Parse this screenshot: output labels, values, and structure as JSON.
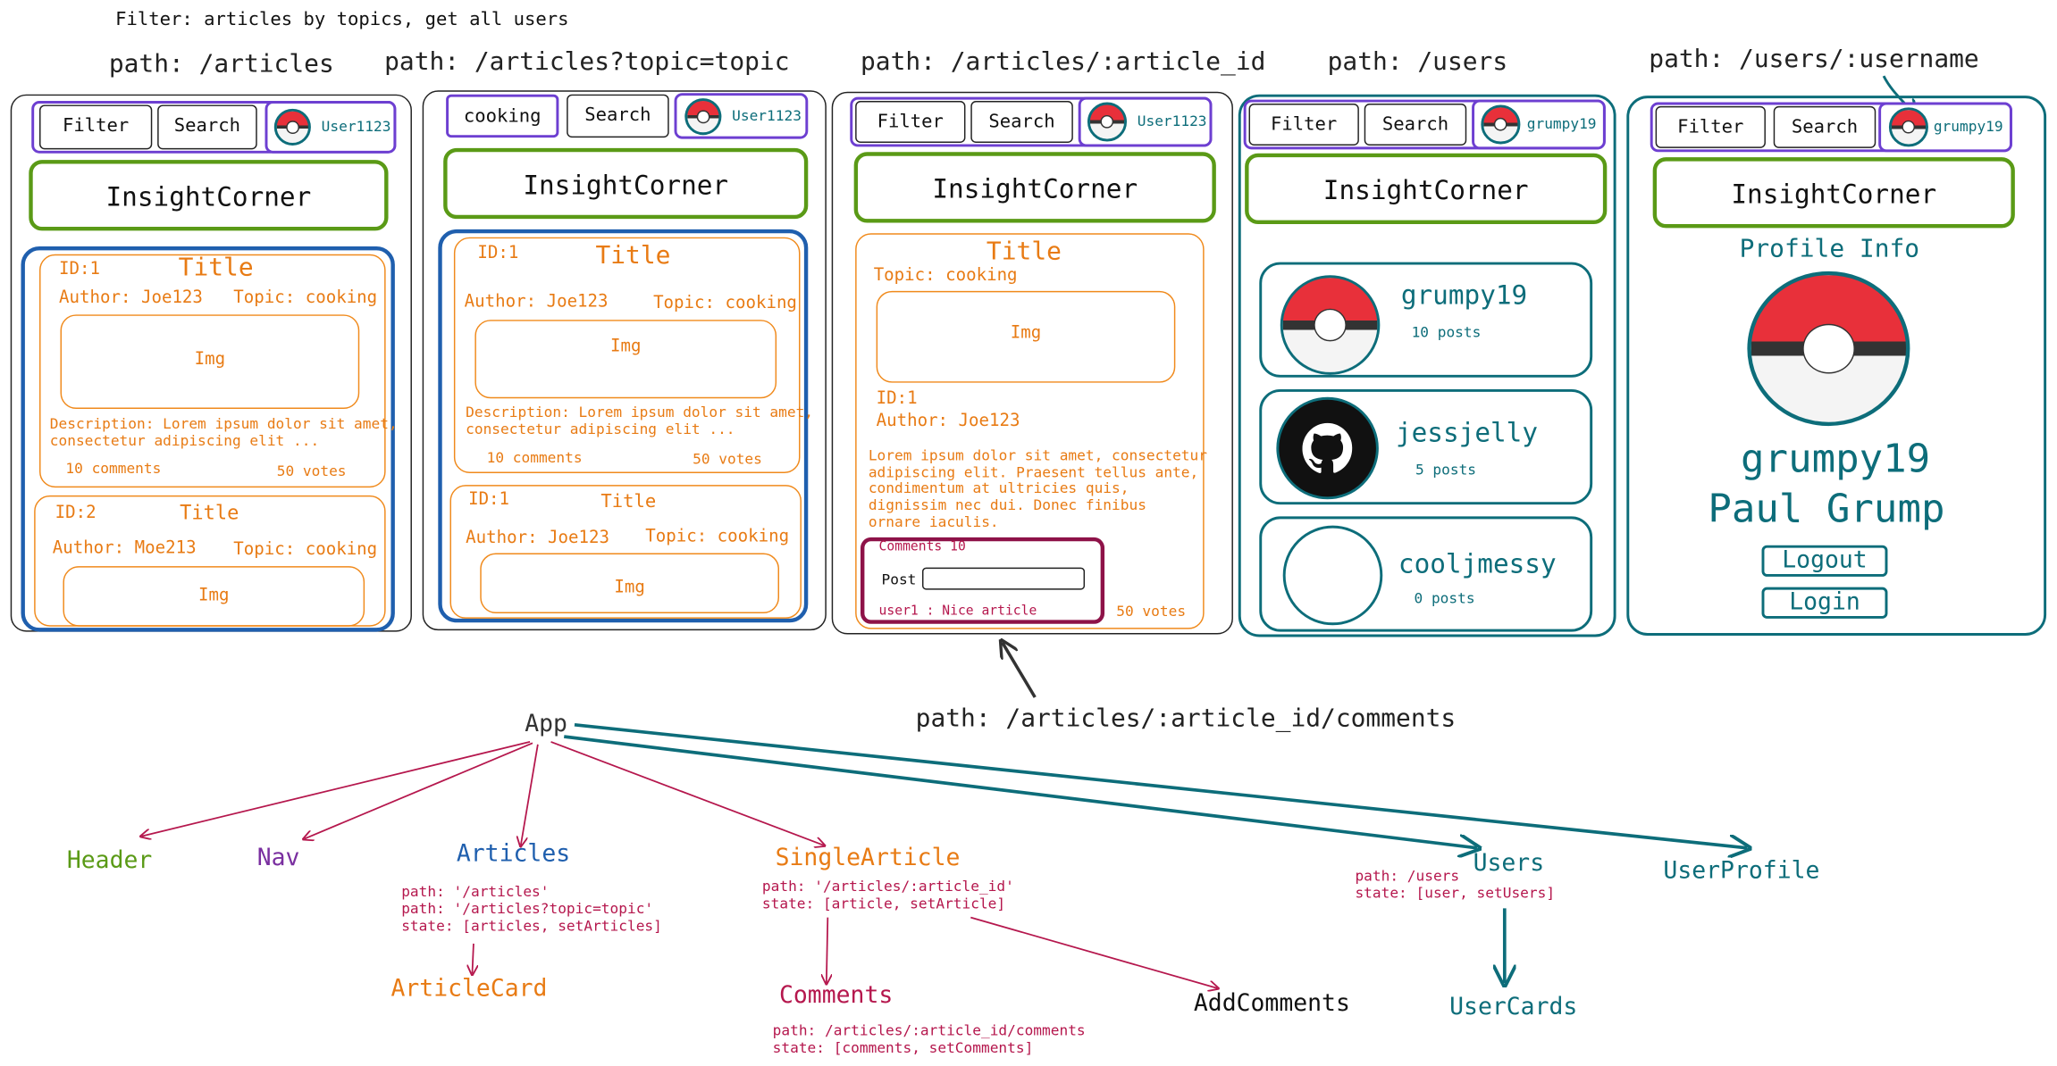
{
  "header_note": "Filter: articles by topics, get all users",
  "paths": {
    "articles": "path: /articles",
    "articles_topic": "path: /articles?topic=topic",
    "article_id": "path: /articles/:article_id",
    "users": "path: /users",
    "username": "path: /users/:username",
    "comments": "path: /articles/:article_id/comments"
  },
  "nav": {
    "filter": "Filter",
    "search": "Search",
    "cooking": "cooking",
    "user1": "User1123",
    "user2": "grumpy19"
  },
  "logo": "InsightCorner",
  "articles_list": {
    "card1": {
      "id": "ID:1",
      "title": "Title",
      "author": "Author: Joe123",
      "topic": "Topic: cooking",
      "img": "Img",
      "desc1": "Description: Lorem ipsum dolor sit amet,",
      "desc2": "consectetur adipiscing elit ...",
      "comments": "10 comments",
      "votes": "50 votes"
    },
    "card2": {
      "id": "ID:2",
      "title": "Title",
      "author": "Author: Moe213",
      "topic": "Topic: cooking",
      "img": "Img"
    }
  },
  "topic_list": {
    "card1": {
      "id": "ID:1",
      "title": "Title",
      "author": "Author: Joe123",
      "topic": "Topic: cooking",
      "img": "Img",
      "desc1": "Description: Lorem ipsum dolor sit amet,",
      "desc2": "consectetur adipiscing elit ...",
      "comments": "10 comments",
      "votes": "50 votes"
    },
    "card2": {
      "id": "ID:1",
      "title": "Title",
      "author": "Author: Joe123",
      "topic": "Topic: cooking",
      "img": "Img"
    }
  },
  "single": {
    "title": "Title",
    "topic": "Topic: cooking",
    "img": "Img",
    "id": "ID:1",
    "author": "Author: Joe123",
    "body1": "Lorem ipsum dolor sit amet, consectetur",
    "body2": "adipiscing elit. Praesent tellus ante,",
    "body3": "condimentum at ultricies quis,",
    "body4": "dignissim nec dui. Donec finibus",
    "body5": "ornare iaculis.",
    "comments_count": "Comments 10",
    "post_label": "Post",
    "comment_row": "user1 :  Nice article",
    "votes": "50 votes"
  },
  "users": [
    {
      "name": "grumpy19",
      "posts": "10 posts"
    },
    {
      "name": "jessjelly",
      "posts": "5 posts"
    },
    {
      "name": "cooljmessy",
      "posts": "0 posts"
    }
  ],
  "profile": {
    "heading": "Profile Info",
    "username": "grumpy19",
    "fullname": "Paul Grump",
    "logout": "Logout",
    "login": "Login"
  },
  "tree": {
    "app": "App",
    "header": "Header",
    "nav": "Nav",
    "articles": "Articles",
    "articles_note1": "path: '/articles'",
    "articles_note2": "path: '/articles?topic=topic'",
    "articles_note3": "state: [articles, setArticles]",
    "article_card": "ArticleCard",
    "single_article": "SingleArticle",
    "single_note1": "path: '/articles/:article_id'",
    "single_note2": "state: [article, setArticle]",
    "comments": "Comments",
    "comments_note1": "path: /articles/:article_id/comments",
    "comments_note2": "state: [comments, setComments]",
    "add_comments": "AddComments",
    "users": "Users",
    "users_note1": "path: /users",
    "users_note2": "state: [user, setUsers]",
    "user_cards": "UserCards",
    "user_profile": "UserProfile"
  },
  "colors": {
    "purple": "#6d3fd1",
    "green": "#5a9a16",
    "blue": "#1f5fae",
    "teal": "#0d6d7a",
    "orange": "#f08a1c",
    "crimson": "#b5174d"
  },
  "icons": [
    "pokeball-avatar-icon",
    "github-avatar-icon",
    "empty-avatar-icon"
  ]
}
